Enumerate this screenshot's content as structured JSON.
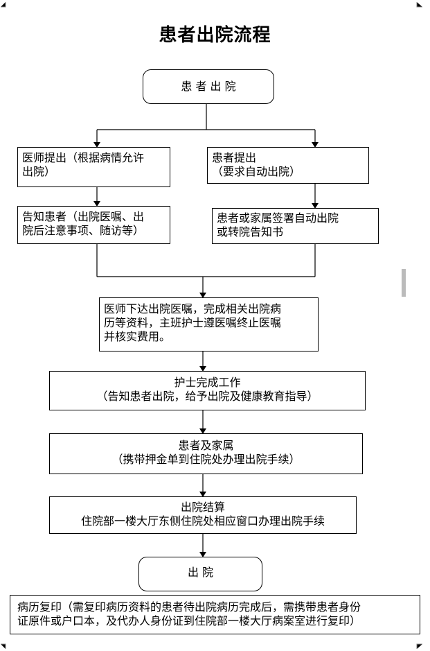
{
  "title": "患者出院流程",
  "nodes": {
    "start": "患 者 出 院",
    "doctor_proposal": [
      "医师提出（根据病情允许",
      "出院）"
    ],
    "patient_proposal": [
      "患者提出",
      "（要求自动出院）"
    ],
    "notify_patient": [
      "告知患者（出院医嘱、出",
      "院后注意事项、随访等）"
    ],
    "sign_discharge": [
      "患者或家属签署自动出院",
      "或转院告知书"
    ],
    "doctor_order": [
      "医师下达出院医嘱，完成相关出院病",
      "历等资料，主班护士遵医嘱终止医嘱",
      "并核实费用。"
    ],
    "nurse_work": [
      "护士完成工作",
      "（告知患者出院，给予出院及健康教育指导）"
    ],
    "patient_family": [
      "患者及家属",
      "（携带押金单到住院处办理出院手续）"
    ],
    "settlement": [
      "出院结算",
      "住院部一楼大厅东侧住院处相应窗口办理出院手续"
    ],
    "end": "出 院",
    "record_copy": [
      "病历复印（需复印病历资料的患者待出院病历完成后，需携带患者身份",
      "证原件或户口本，及代办人身份证到住院部一楼大厅病案室进行复印）"
    ]
  }
}
